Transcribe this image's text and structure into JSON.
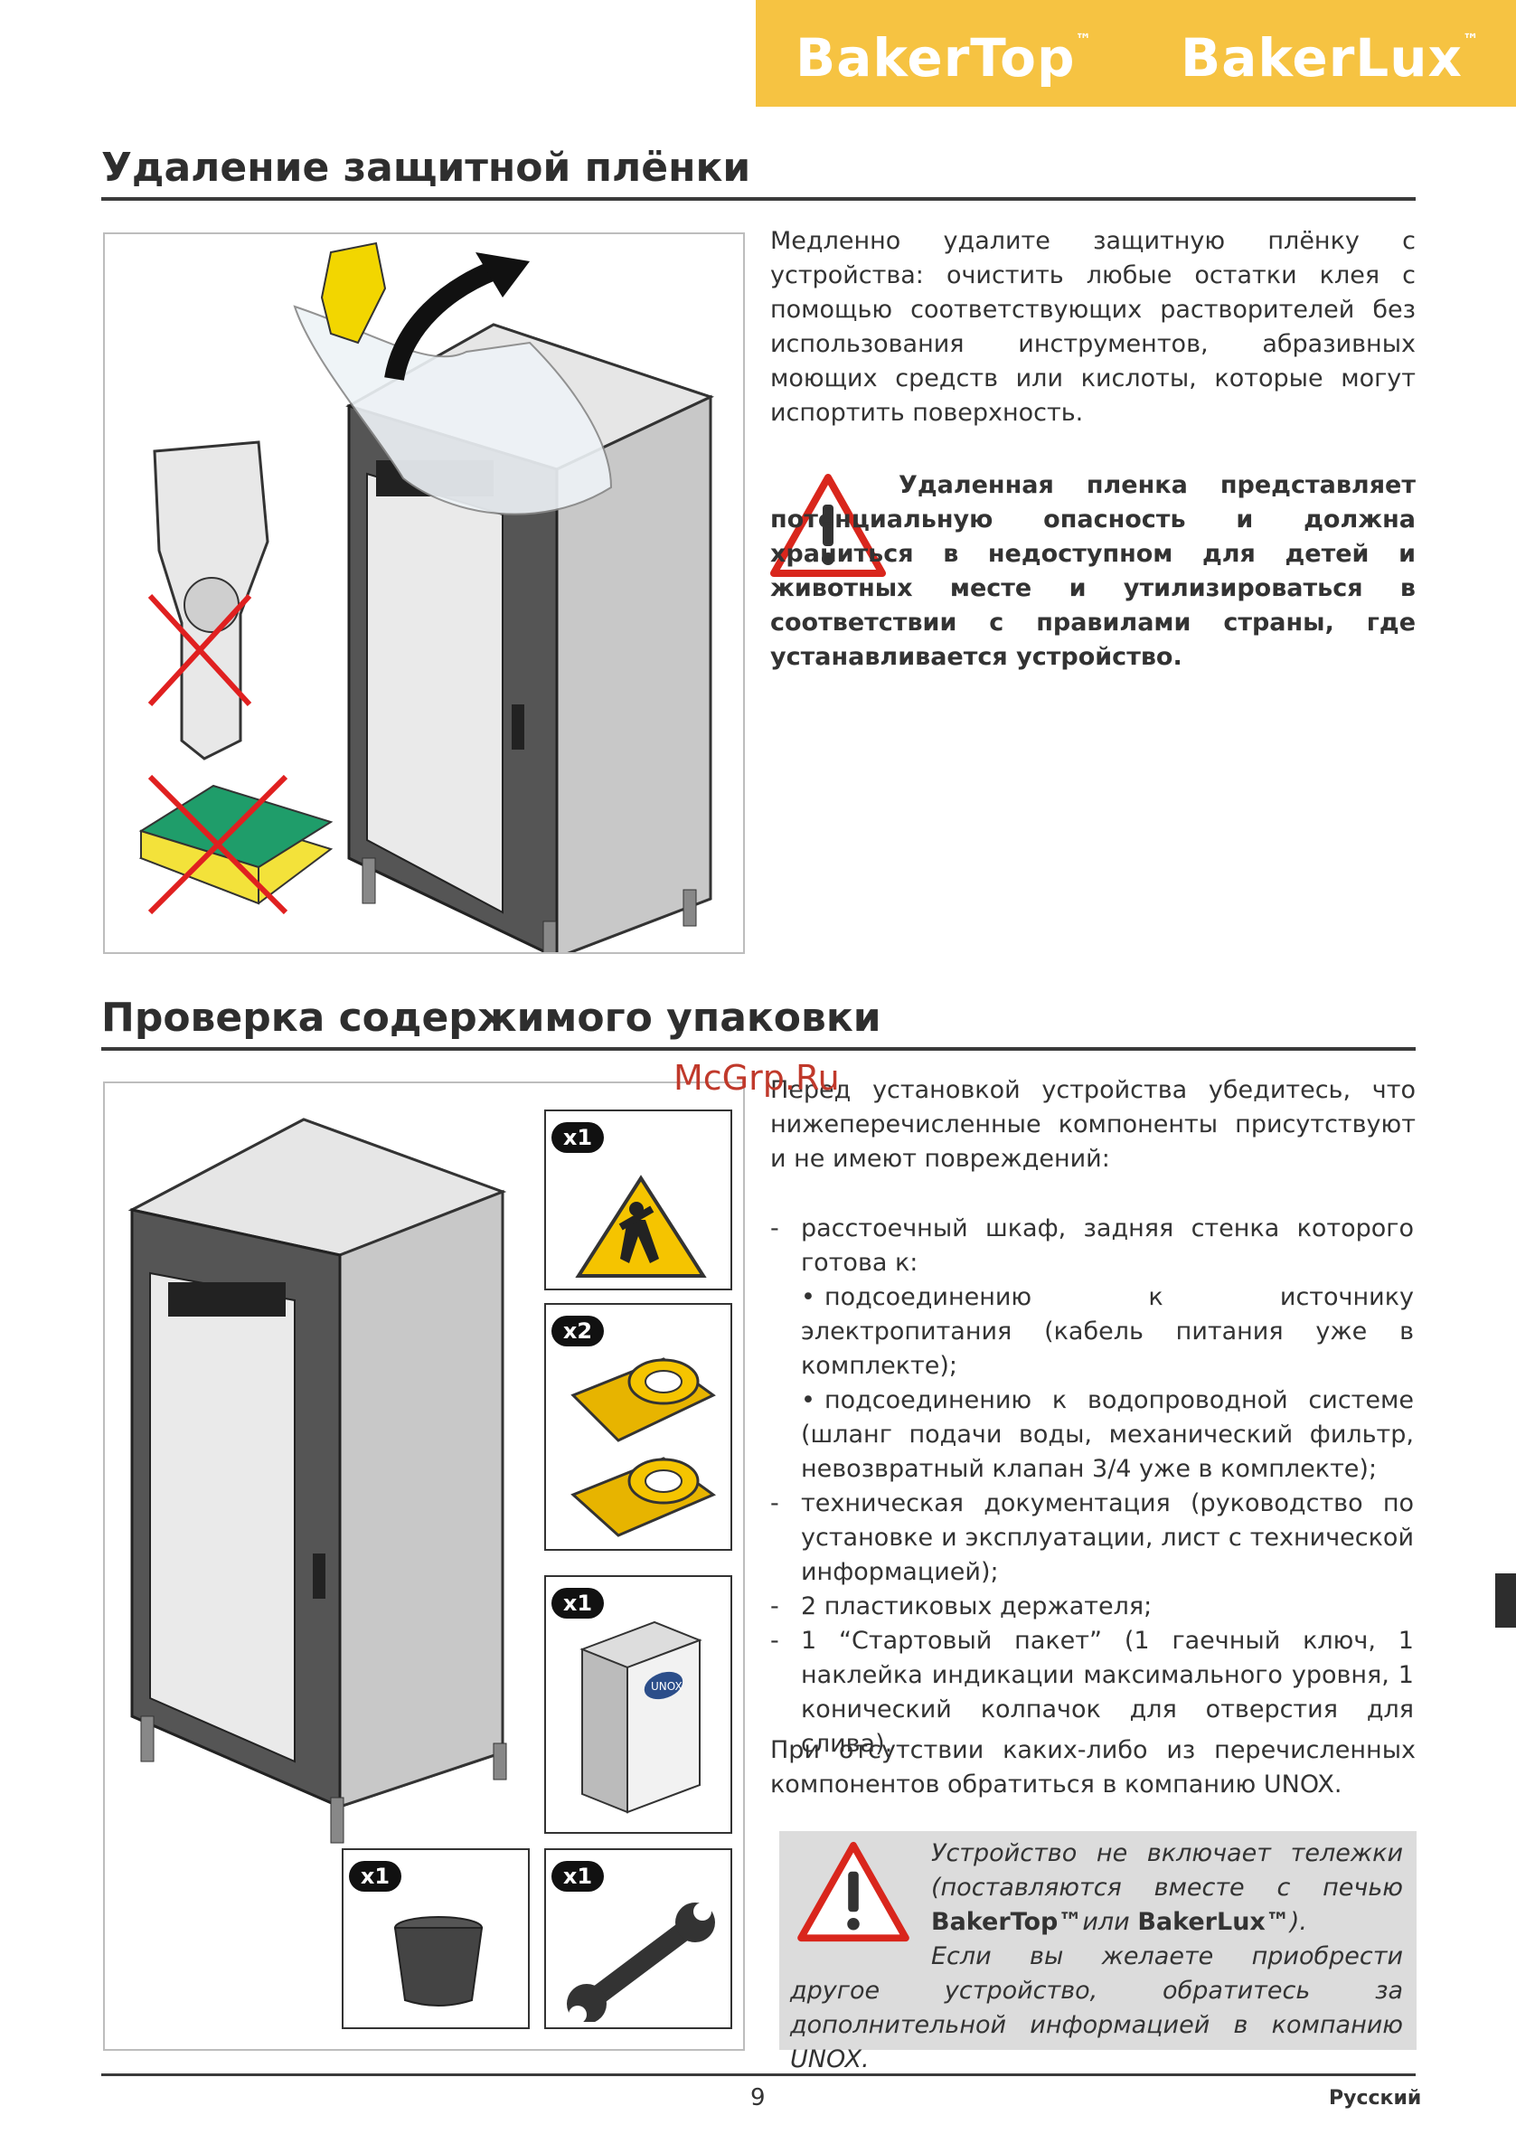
{
  "header": {
    "brand_left": "BakerTop",
    "brand_right": "BakerLux",
    "tm": "™",
    "bar_color": "#f6c342"
  },
  "section1": {
    "title": "Удаление защитной плёнки",
    "paragraph": "Медленно удалите защитную плёнку с устройства: очистить любые остатки клея с помощью соответствующих растворителей без использования инструментов, абразивных моющих средств или кислоты, которые могут испортить поверхность.",
    "warning": "Удаленная пленка представляет потенциальную опасность и должна храниться в недоступном для детей и животных месте и утилизироваться в соответствии с правилами страны, где устанавливается устройство."
  },
  "section2": {
    "title": "Проверка содержимого упаковки",
    "intro": "Перед установкой устройства убедитесь, что нижеперечисленные компоненты присутствуют и не имеют повреждений:",
    "items": [
      {
        "dash": "-",
        "text": "расстоечный шкаф, задняя стенка которого готова к:"
      },
      {
        "bullet": "•",
        "text": "подсоединению к источнику электропитания (кабель питания уже в комплекте);"
      },
      {
        "bullet": "•",
        "text": "подсоединению к водопроводной системе (шланг подачи воды, механический фильтр, невозвратный клапан 3/4 уже в комплекте);"
      },
      {
        "dash": "-",
        "text": "техническая документация (руководство по установке и эксплуатации, лист с технической информацией);"
      },
      {
        "dash": "-",
        "text": "2 пластиковых держателя;"
      },
      {
        "dash": "-",
        "text": "1 “Стартовый пакет” (1 гаечный ключ, 1 наклейка индикации максимального уровня, 1 конический колпачок для отверстия для слива)."
      }
    ],
    "closing": "При отсутствии каких-либо из перечисленных компонентов обратиться в компанию UNOX.",
    "note_line1": "Устройство не включает тележки (поставляются вместе с печью",
    "note_brand1": "BakerTop™",
    "note_or": "или",
    "note_brand2": "BakerLux™",
    "note_close": ").",
    "note_line2": "Если вы желаете приобрести другое устройство, обратитесь за дополнительной информацией в компанию UNOX.",
    "badges": {
      "b1": "x1",
      "b2": "x2",
      "b3": "x1",
      "b4": "x1",
      "b5": "x1"
    },
    "manual_logo": "UNOX"
  },
  "watermark": "McGrp.Ru",
  "footer": {
    "page": "9",
    "language": "Русский"
  }
}
